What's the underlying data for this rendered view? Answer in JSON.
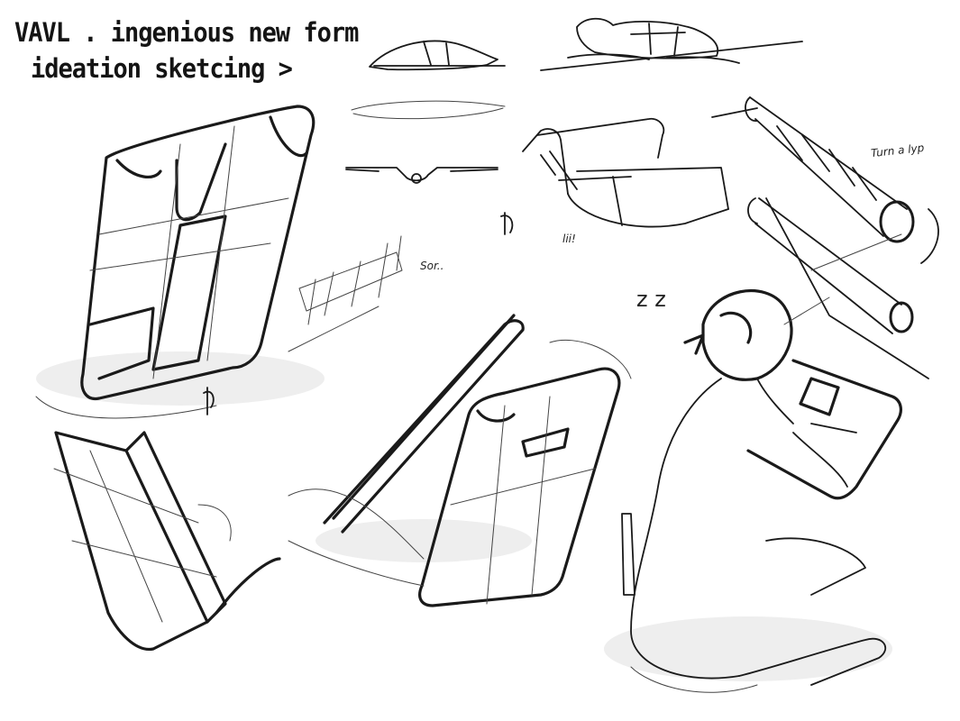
{
  "header": {
    "title": "VAVL . ingenious new form",
    "subtitle": "ideation sketcing >"
  },
  "notes": {
    "turn_note": "Turn a lyp",
    "scribble_sor": "Sor..",
    "scribble_bio": "lii!",
    "sleep_z": "z z"
  }
}
